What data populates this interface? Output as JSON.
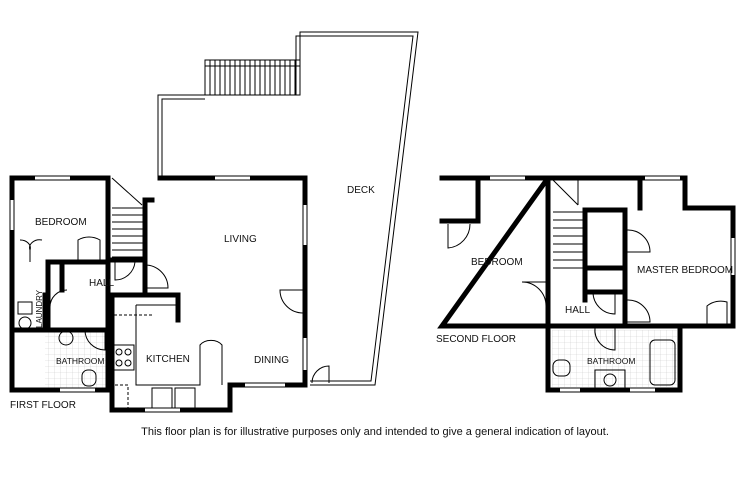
{
  "first_floor": {
    "title": "FIRST FLOOR",
    "rooms": {
      "bedroom": "BEDROOM",
      "living": "LIVING",
      "hall": "HALL",
      "laundry": "LAUNDRY",
      "bathroom": "BATHROOM",
      "kitchen": "KITCHEN",
      "dining": "DINING",
      "deck": "DECK"
    }
  },
  "second_floor": {
    "title": "SECOND FLOOR",
    "rooms": {
      "bedroom": "BEDROOM",
      "master_bedroom": "MASTER BEDROOM",
      "hall": "HALL",
      "bathroom": "BATHROOM"
    }
  },
  "disclaimer": "This floor plan is for illustrative purposes only and intended to give a general indication of layout."
}
